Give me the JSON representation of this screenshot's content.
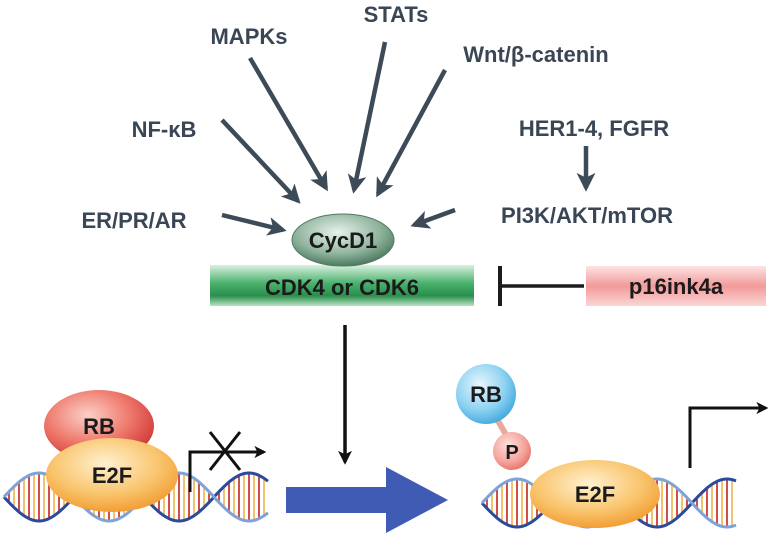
{
  "upstream": {
    "stats": "STATs",
    "mapks": "MAPKs",
    "wnt": "Wnt/β-catenin",
    "nfkb": "NF-κB",
    "her": "HER1-4, FGFR",
    "er": "ER/PR/AR",
    "pi3k": "PI3K/AKT/mTOR"
  },
  "complex": {
    "cyclin": "CycD1",
    "cdk": "CDK4 or CDK6",
    "inhibitor": "p16ink4a"
  },
  "left_state": {
    "rb": "RB",
    "e2f": "E2F"
  },
  "right_state": {
    "rb": "RB",
    "phosphate": "P",
    "e2f": "E2F"
  },
  "colors": {
    "label_text": "#3a4654",
    "arrow": "#3d4a57",
    "cdk_green": "#2f9a55",
    "inhibitor_pink": "#f2a4a4",
    "rb_red": "#e2474a",
    "rb_blue": "#59b9e6",
    "e2f_orange": "#f6a23c",
    "block_arrow": "#3f5bb3",
    "dna_blue": "#2a4a9c",
    "dna_red": "#c2241f",
    "dna_orange": "#f0b24a"
  }
}
